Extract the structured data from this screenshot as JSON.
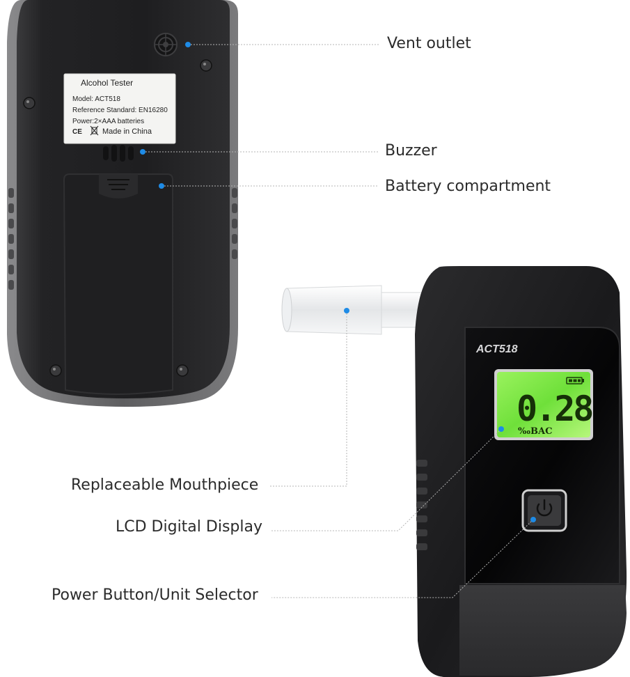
{
  "callouts": {
    "vent": "Vent outlet",
    "buzzer": "Buzzer",
    "battery": "Battery compartment",
    "mouthpiece": "Replaceable Mouthpiece",
    "lcd": "LCD Digital Display",
    "power": "Power Button/Unit Selector"
  },
  "sticker": {
    "title": "Alcohol Tester",
    "model": "Model: ACT518",
    "standard": "Reference Standard: EN16280",
    "power": "Power:2×AAA batteries",
    "marks": "CE",
    "origin": "Made in China"
  },
  "device": {
    "model_label": "ACT518",
    "reading": "0.28",
    "unit": "‰BAC"
  },
  "colors": {
    "body_dark": "#1c1c1e",
    "body_rim": "#5a5a5c",
    "lcd_green": "#6fe03a",
    "marker_blue": "#1e8be6",
    "leader_line": "#b5b5b5"
  },
  "icons": {
    "power_button": "power-icon",
    "battery_indicator": "battery-icon",
    "vent": "vent-grille-icon",
    "buzzer": "buzzer-icon",
    "weee": "wheelie-bin-icon"
  }
}
